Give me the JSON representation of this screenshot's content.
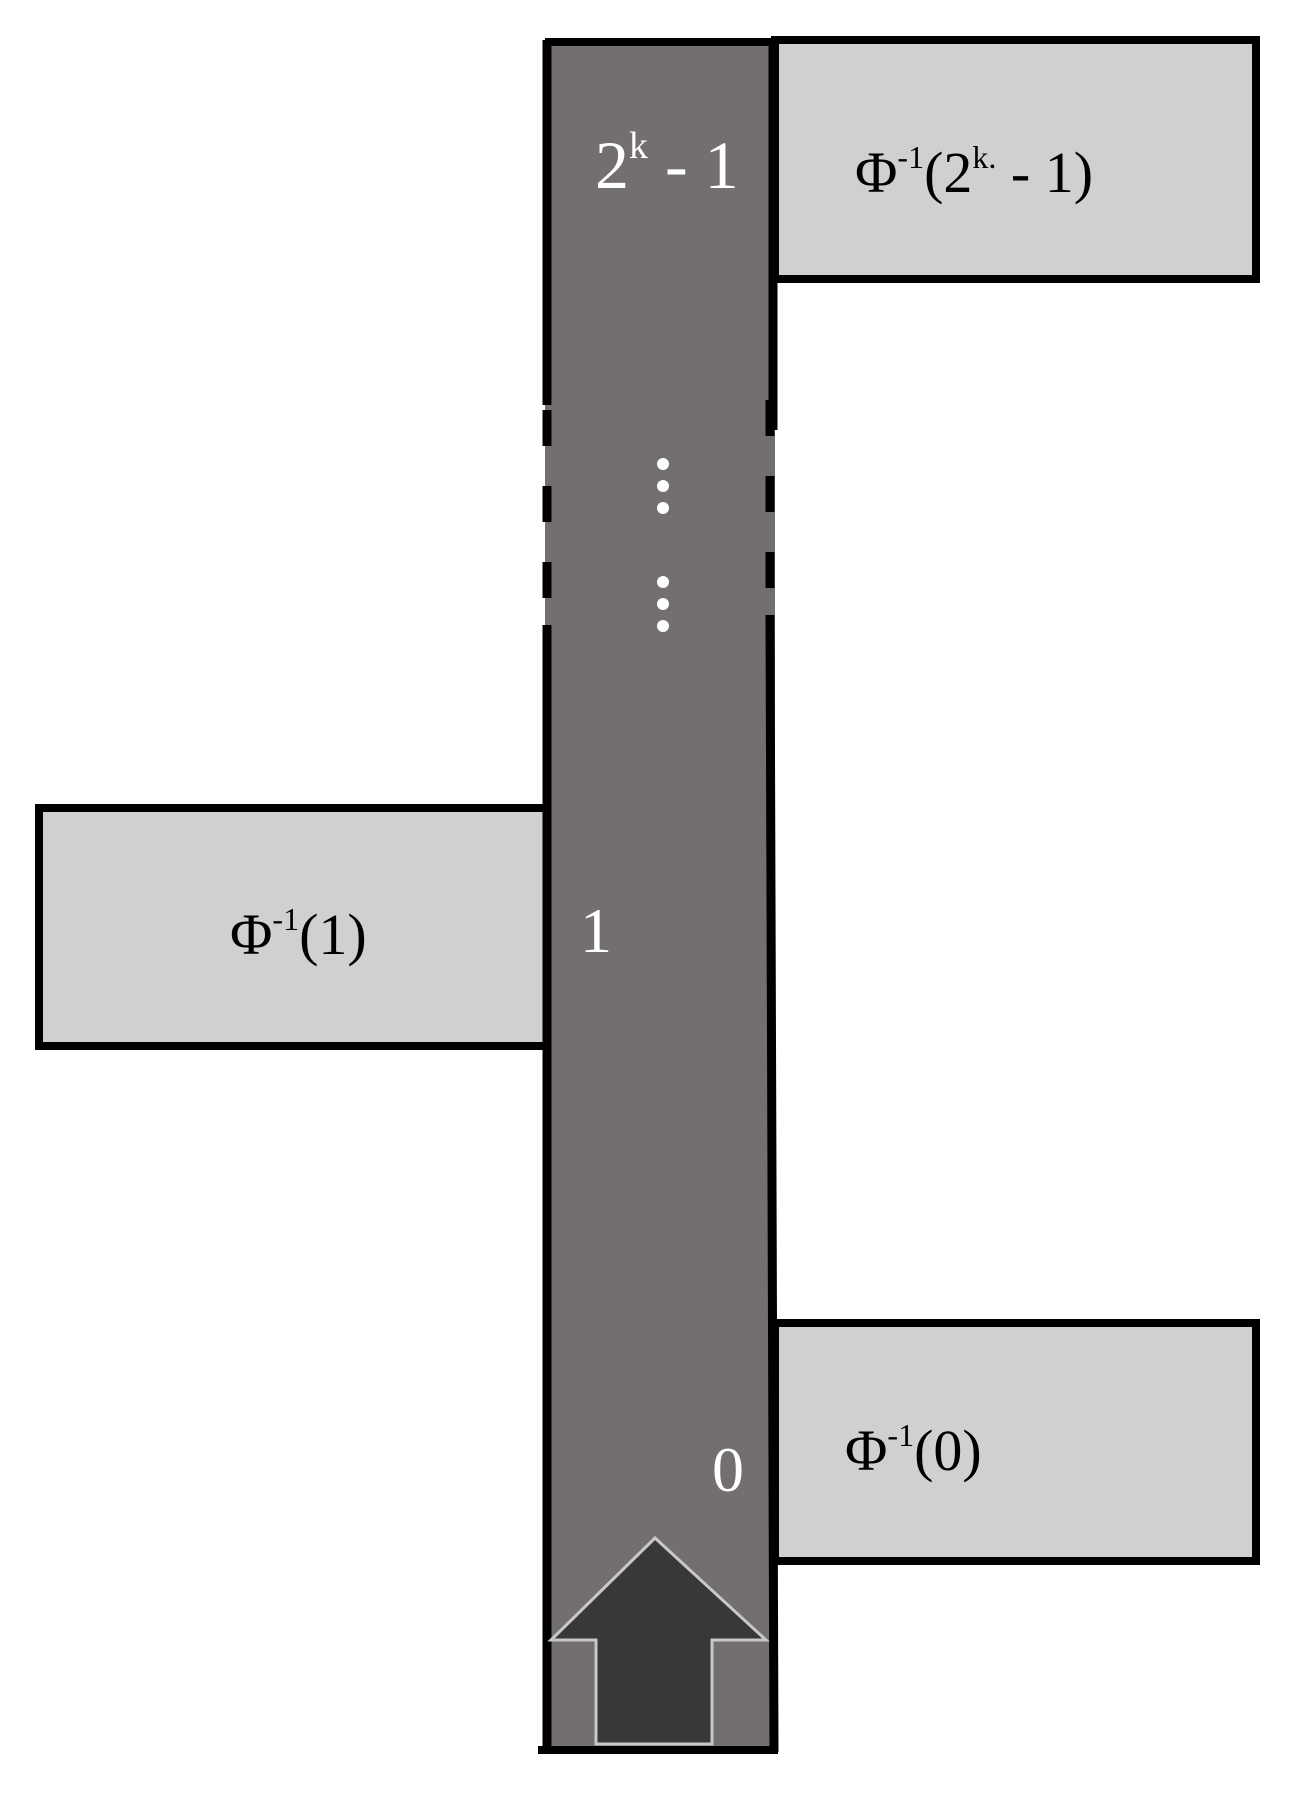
{
  "diagram": {
    "index_top": {
      "base": "2",
      "sup": "k",
      "rest": " - 1"
    },
    "index_one": "1",
    "index_zero": "0",
    "box_top": {
      "head": "Φ",
      "sup": "-1",
      "open": "(2",
      "sup2": "k.",
      "close": " - 1)"
    },
    "box_one": {
      "head": "Φ",
      "sup": "-1",
      "arg": "(1)"
    },
    "box_zero": {
      "head": "Φ",
      "sup": "-1",
      "arg": "(0)"
    }
  },
  "colors": {
    "column_fill": "#726f6e",
    "box_fill": "#d1cfd0",
    "stroke": "#000000",
    "arrow_fill": "#383838",
    "arrow_stroke": "#c8c8c8",
    "label_on_dark": "#ffffff",
    "label_on_light": "#000000"
  }
}
